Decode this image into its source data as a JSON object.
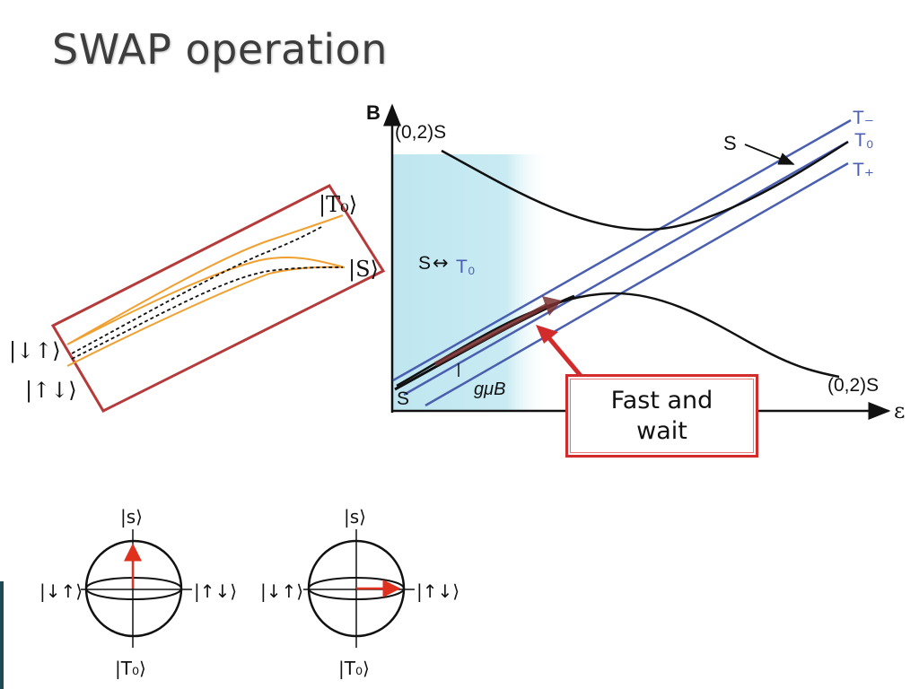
{
  "title": "SWAP operation",
  "left_diagram": {
    "label_t0": "|T₀⟩",
    "label_s": "|S⟩",
    "label_du": "|↓↑⟩",
    "label_ud": "|↑↓⟩"
  },
  "energy_diagram": {
    "axis_y": "B",
    "axis_x": "ε",
    "label_02s_top": "(0,2)S",
    "label_s_top": "S",
    "label_t_minus": "T₋",
    "label_t0": "T₀",
    "label_t_plus": "T₊",
    "label_s_t0_s": "S",
    "label_s_t0_arrow": "↔",
    "label_s_t0_t": "T₀",
    "label_gub": "gμB",
    "label_s_bottom": "S",
    "label_02s_bottom": "(0,2)S"
  },
  "callout": {
    "line1": "Fast and",
    "line2": "wait"
  },
  "spheres": [
    {
      "top": "|s⟩",
      "bottom": "|T₀⟩",
      "left": "|↓↑⟩",
      "right": "|↑↓⟩"
    },
    {
      "top": "|s⟩",
      "bottom": "|T₀⟩",
      "left": "|↓↑⟩",
      "right": "|↑↓⟩"
    }
  ],
  "colors": {
    "shade": "#bfe6f0",
    "blue_line": "#4a5fb0",
    "box": "#b53a3a",
    "orange": "#f0a030",
    "vector": "#e0301e"
  }
}
